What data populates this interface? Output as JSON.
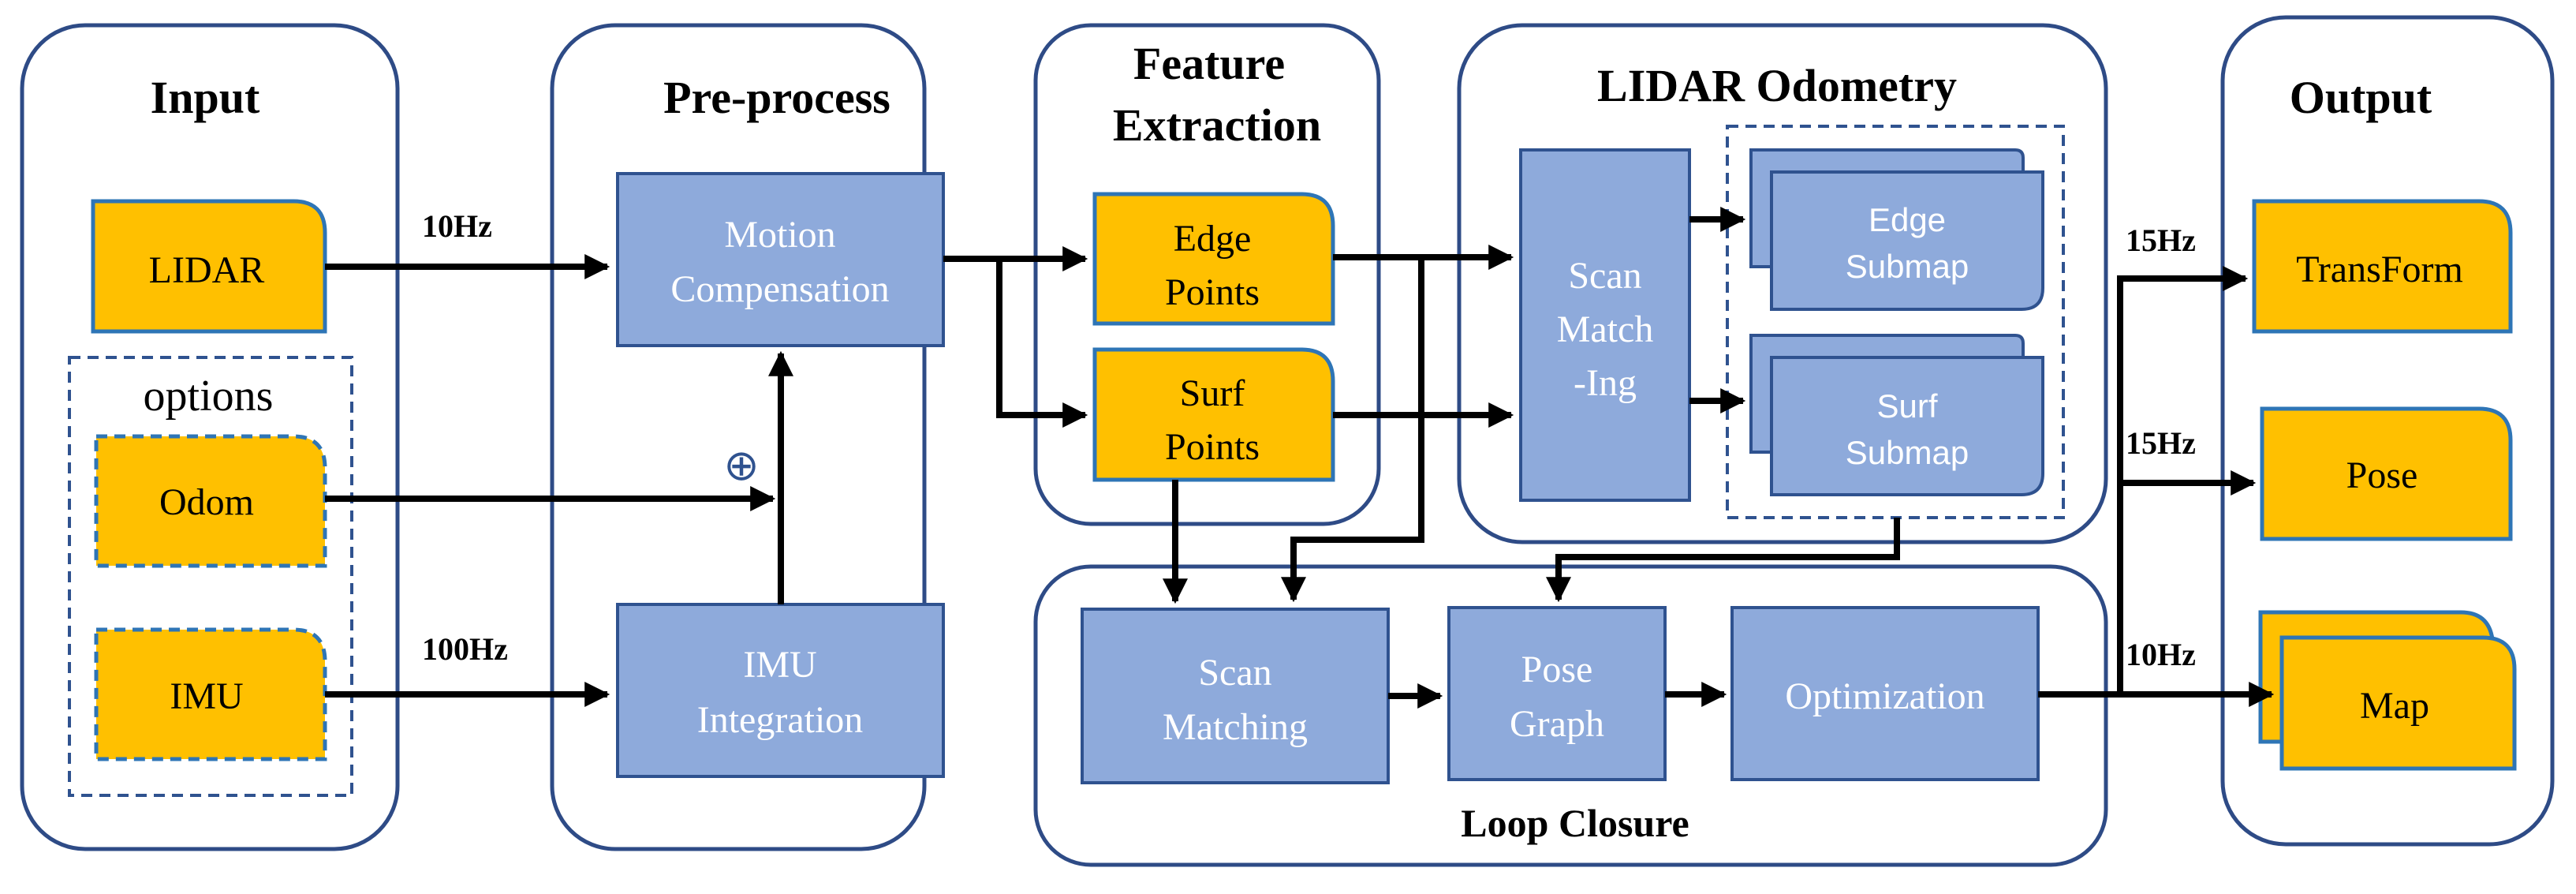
{
  "panels": {
    "input": "Input",
    "preprocess": "Pre-process",
    "feature_line1": "Feature",
    "feature_line2": "Extraction",
    "lidar_odometry": "LIDAR Odometry",
    "output": "Output",
    "loop_closure": "Loop Closure"
  },
  "input": {
    "lidar": "LIDAR",
    "options": "options",
    "odom": "Odom",
    "imu": "IMU"
  },
  "preprocess": {
    "motion_line1": "Motion",
    "motion_line2": "Compensation",
    "imu_line1": "IMU",
    "imu_line2": "Integration",
    "merge_symbol": "⊕"
  },
  "features": {
    "edge_line1": "Edge",
    "edge_line2": "Points",
    "surf_line1": "Surf",
    "surf_line2": "Points"
  },
  "odometry": {
    "scan_line1": "Scan",
    "scan_line2": "Match",
    "scan_line3": "-Ing",
    "edge_sub_line1": "Edge",
    "edge_sub_line2": "Submap",
    "surf_sub_line1": "Surf",
    "surf_sub_line2": "Submap"
  },
  "loop": {
    "scan_line1": "Scan",
    "scan_line2": "Matching",
    "pose_line1": "Pose",
    "pose_line2": "Graph",
    "optimization": "Optimization"
  },
  "output": {
    "transform": "TransForm",
    "pose": "Pose",
    "map": "Map"
  },
  "rates": {
    "lidar": "10Hz",
    "imu": "100Hz",
    "transform": "15Hz",
    "pose": "15Hz",
    "map": "10Hz"
  },
  "colors": {
    "frame_border": "#2e4b86",
    "blue_box": "#8eaadb",
    "blue_border": "#2f528f",
    "orange_box": "#ffc000",
    "orange_border": "#2e75b6",
    "arrow": "#000000"
  }
}
